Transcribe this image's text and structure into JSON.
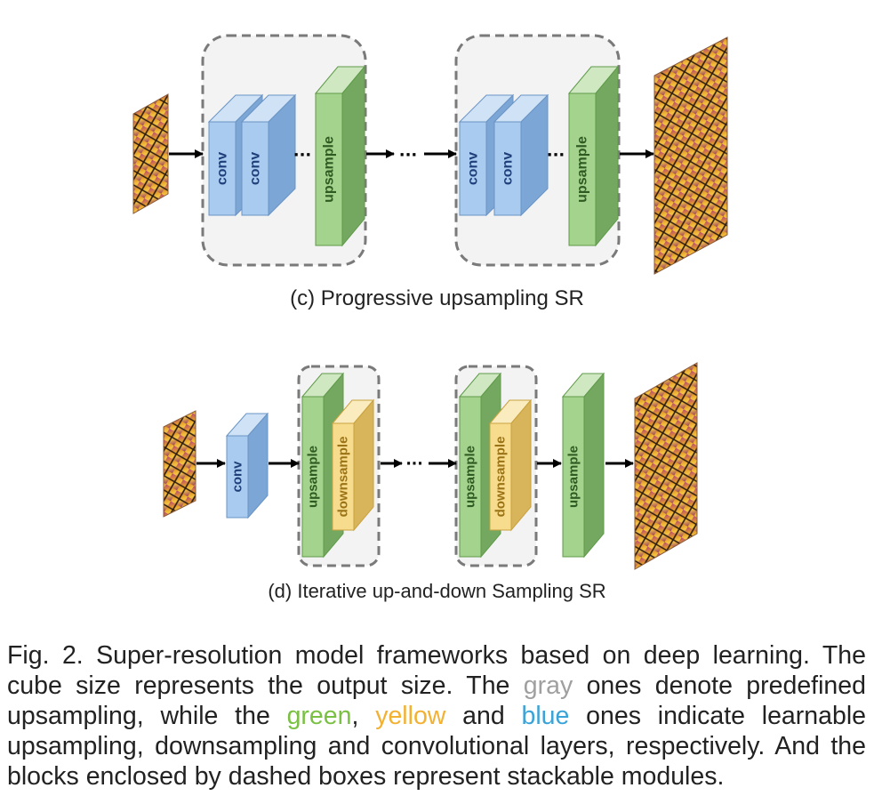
{
  "panel_c": {
    "caption": "(c) Progressive upsampling SR",
    "conv_label": "conv",
    "upsample_label": "upsample",
    "ellipsis": "···"
  },
  "panel_d": {
    "caption": "(d) Iterative up-and-down Sampling SR",
    "conv_label": "conv",
    "upsample_label": "upsample",
    "downsample_label": "downsample",
    "ellipsis": "···"
  },
  "figure_caption": {
    "before_gray": "Fig. 2. Super-resolution model frameworks based on deep learning. The cube size represents the output size. The ",
    "gray_word": "gray",
    "before_green": " ones denote predefined upsampling, while the ",
    "green_word": "green",
    "comma": ", ",
    "yellow_word": "yellow",
    "and_word": " and ",
    "blue_word": "blue",
    "after_blue": " ones indicate learnable upsampling, downsampling and convolutional layers, respectively. And the blocks enclosed by dashed boxes represent stackable modules."
  },
  "colors": {
    "conv_blue": "#9fc5ea",
    "upsample_green": "#9fd08a",
    "downsample_yellow": "#f8dc8e",
    "dashed_box": "#7a7a7a",
    "text_gray": "#a0a0a0",
    "text_green": "#7ac143",
    "text_yellow": "#f2b133",
    "text_blue": "#3aa3d8"
  }
}
